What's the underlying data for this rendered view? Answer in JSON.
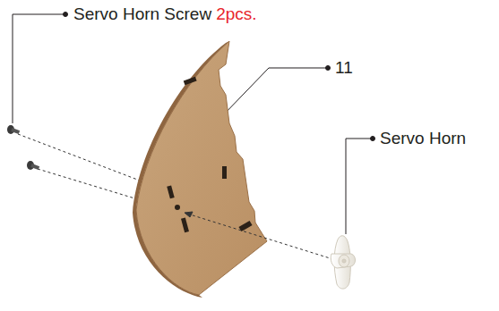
{
  "diagram": {
    "labels": [
      "Servo Horn Screw",
      "2pcs.",
      "11",
      "Servo Horn"
    ]
  }
}
